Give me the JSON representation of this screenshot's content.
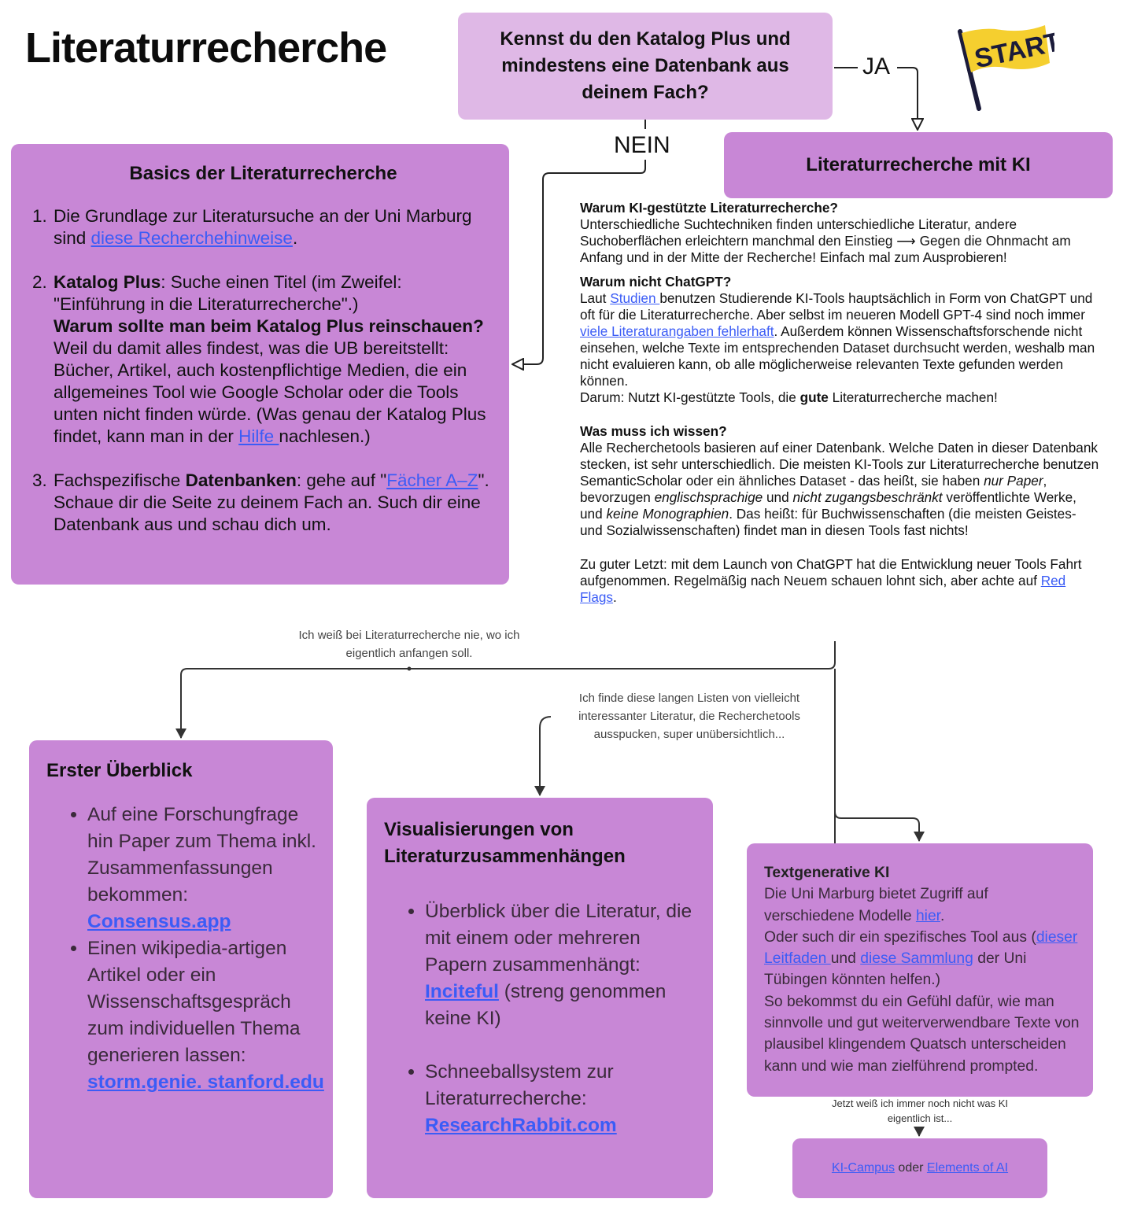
{
  "title": "Literaturrecherche",
  "start_label": "START",
  "question": "Kennst du den Katalog Plus und mindestens eine Datenbank aus deinem Fach?",
  "yes_label": "JA",
  "no_label": "NEIN",
  "basics": {
    "title": "Basics der Literaturrecherche",
    "item1_pre": "Die Grundlage zur Literatursuche an der Uni Marburg sind ",
    "item1_link": "diese Recherchehinweise",
    "item1_post": ".",
    "item2_bold": "Katalog Plus",
    "item2_text": ": Suche einen Titel (im Zweifel: \"Einführung in die Literaturrecherche\".)",
    "item2_question": "Warum sollte man beim Katalog Plus reinschauen?",
    "item2_answer": " Weil du damit alles findest, was die UB bereitstellt: Bücher, Artikel, auch kostenpflichtige Medien, die ein allgemeines Tool wie Google Scholar oder die Tools unten nicht finden würde. (Was genau der Katalog Plus findet, kann man in der ",
    "item2_link": "Hilfe ",
    "item2_post": "nachlesen.)",
    "item3_pre": "Fachspezifische ",
    "item3_bold": "Datenbanken",
    "item3_mid": ": gehe auf \"",
    "item3_link": "Fächer A–Z",
    "item3_post": "\". Schaue dir die Seite zu deinem Fach an. Such dir eine Datenbank aus und schau dich um."
  },
  "ki": {
    "title": "Literaturrecherche mit KI",
    "why_heading": "Warum KI-gestützte Literaturrecherche?",
    "why_text": "Unterschiedliche Suchtechniken finden unterschiedliche Literatur, andere Suchoberflächen erleichtern manchmal den Einstieg ⟶ Gegen die Ohnmacht am Anfang und in der Mitte der Recherche! Einfach mal zum Ausprobieren!",
    "chatgpt_heading": "Warum nicht ChatGPT?",
    "chatgpt_1": "Laut ",
    "chatgpt_link1": "Studien ",
    "chatgpt_2": "benutzen Studierende KI-Tools hauptsächlich in Form von ChatGPT und oft für die Literaturrecherche. Aber selbst im neueren  Modell GPT-4 sind noch immer ",
    "chatgpt_link2": "viele Literaturangaben fehlerhaft",
    "chatgpt_3": ". Außerdem können Wissenschaftsforschende nicht einsehen, welche Texte im entsprechenden Dataset durchsucht werden, weshalb man nicht evaluieren kann, ob alle möglicherweise relevanten Texte gefunden werden können.",
    "chatgpt_4": "Darum: Nutzt KI-gestützte Tools, die ",
    "chatgpt_bold": "gute",
    "chatgpt_5": " Literaturrecherche machen!",
    "know_heading": "Was muss ich wissen?",
    "know_1": "Alle Recherchetools basieren auf einer Datenbank. Welche Daten in dieser Datenbank stecken, ist sehr unterschiedlich. Die meisten KI-Tools zur Literaturrecherche benutzen SemanticScholar oder ein ähnliches Dataset - das heißt, sie haben ",
    "know_i1": "nur Paper",
    "know_2": ", bevorzugen ",
    "know_i2": "englischsprachige",
    "know_3": " und ",
    "know_i3": "nicht zugangsbeschränkt",
    "know_4": " veröffentlichte Werke, und ",
    "know_i4": "keine Monographien",
    "know_5": ". Das heißt: für Buchwissenschaften (die meisten Geistes- und Sozialwissenschaften) findet man in diesen Tools fast nichts!",
    "last_1": "Zu guter Letzt: mit dem Launch von ChatGPT hat die Entwicklung neuer Tools Fahrt aufgenommen. Regelmäßig nach Neuem schauen lohnt sich, aber achte auf ",
    "last_link": "Red Flags",
    "last_2": "."
  },
  "notes": {
    "start": "Ich weiß bei Literaturrecherche nie, wo ich eigentlich anfangen soll.",
    "lists": "Ich finde diese langen Listen von vielleicht interessanter Literatur, die Recherchetools ausspucken, super unübersichtlich...",
    "ki": "Jetzt weiß ich immer noch nicht was KI eigentlich ist..."
  },
  "ueberblick": {
    "title": "Erster Überblick",
    "item1_text": "Auf eine Forschungfrage hin Paper zum Thema inkl. Zusammenfassungen bekommen:",
    "item1_link": "Consensus.app",
    "item2_text": "Einen wikipedia-artigen Artikel oder ein Wissenschaftsgespräch zum individuellen Thema generieren lassen:",
    "item2_link": "storm.genie. stanford.edu"
  },
  "visual": {
    "title": "Visualisierungen von Literaturzusammenhängen",
    "item1_text": "Überblick über die Literatur, die mit einem oder mehreren Papern zusammenhängt:",
    "item1_link": "Inciteful",
    "item1_post": " (streng genommen keine KI)",
    "item2_text": "Schneeballsystem zur Literaturrecherche:",
    "item2_link": "ResearchRabbit.com"
  },
  "textgen": {
    "title": "Textgenerative KI",
    "t1": "Die Uni Marburg bietet Zugriff auf verschiedene Modelle ",
    "link1": "hier",
    "t2": ".",
    "t3": "Oder such dir ein spezifisches Tool aus (",
    "link2": "dieser Leitfaden ",
    "t4": "und ",
    "link3": "diese Sammlung",
    "t5": " der Uni Tübingen könnten helfen.)",
    "t6": "So bekommst du ein Gefühl dafür, wie man sinnvolle und gut weiterverwendbare Texte von plausibel klingendem Quatsch unterscheiden kann und wie man zielführend prompted."
  },
  "kicampus": {
    "link1": "KI-Campus",
    "mid": " oder ",
    "link2": "Elements of AI"
  },
  "colors": {
    "box": "#c887d6",
    "question_box": "#dfb8e6",
    "link": "#3b5cf6",
    "flag": "#f5cf2f"
  }
}
